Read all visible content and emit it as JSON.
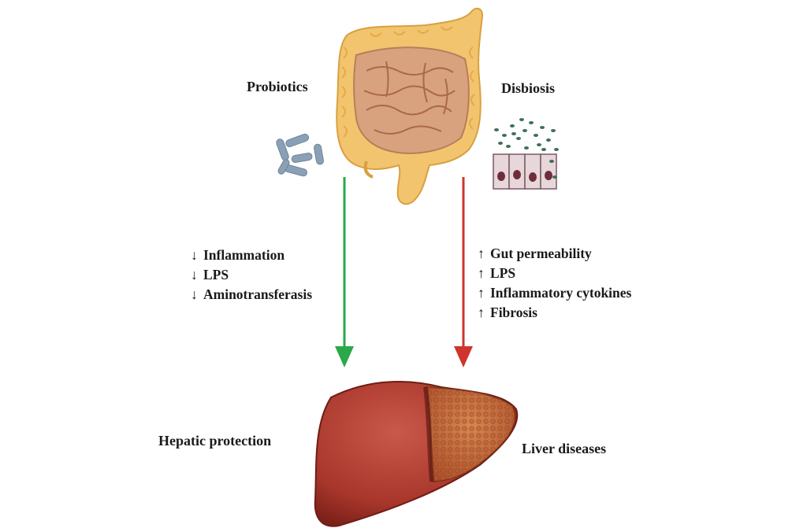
{
  "labels": {
    "probiotics": "Probiotics",
    "disbiosis": "Disbiosis",
    "hepatic_protection": "Hepatic protection",
    "liver_diseases": "Liver diseases"
  },
  "left_effects": {
    "symbol": "↓",
    "items": [
      "Inflammation",
      "LPS",
      "Aminotransferasis"
    ]
  },
  "right_effects": {
    "symbol": "↑",
    "items": [
      "Gut permeability",
      "LPS",
      "Inflammatory cytokines",
      "Fibrosis"
    ]
  },
  "colors": {
    "left_arrow": "#2aa84a",
    "right_arrow": "#d0342c",
    "colon": "#f3c46e",
    "small_intestine": "#d9a27f",
    "bacteria": "#8aa0b6",
    "liver": "#b03a2e",
    "cirrhotic_liver": "#c0643a"
  },
  "icons": [
    "intestine-icon",
    "bacteria-icon",
    "intestinal-cells-icon",
    "liver-icon"
  ]
}
